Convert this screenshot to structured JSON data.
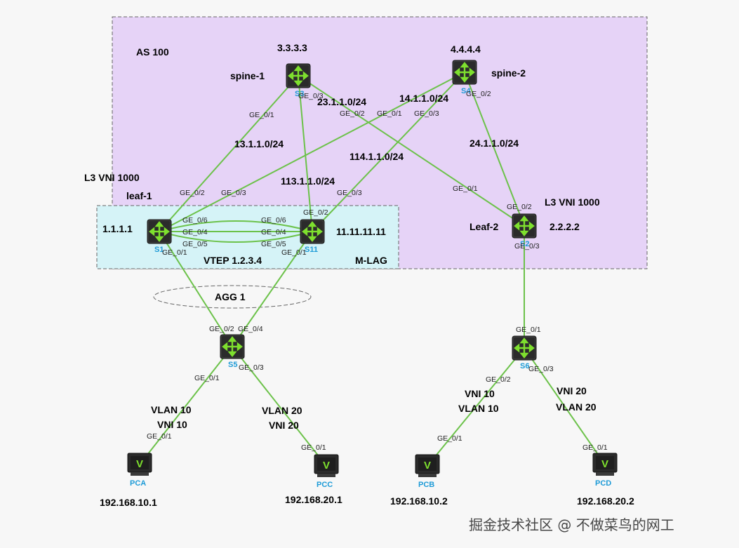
{
  "areas": {
    "as_label": "AS 100",
    "mlag_label": "M-LAG",
    "vtep_label": "VTEP 1.2.3.4",
    "agg_label": "AGG 1",
    "l3vni_left": "L3 VNI 1000",
    "l3vni_right": "L3 VNI 1000"
  },
  "devices": {
    "spine1": {
      "name": "spine-1",
      "ip": "3.3.3.3",
      "caption": "S3"
    },
    "spine2": {
      "name": "spine-2",
      "ip": "4.4.4.4",
      "caption": "S4"
    },
    "leaf1": {
      "name": "leaf-1",
      "ip": "1.1.1.1",
      "caption": "S1"
    },
    "s11": {
      "ip": "11.11.11.11",
      "caption": "S11"
    },
    "leaf2": {
      "name": "Leaf-2",
      "ip": "2.2.2.2",
      "caption": "S2"
    },
    "s5": {
      "caption": "S5"
    },
    "s6": {
      "caption": "S6"
    },
    "pca": {
      "caption": "PCA",
      "ip": "192.168.10.1",
      "vlan": "VLAN 10",
      "vni": "VNI 10"
    },
    "pcc": {
      "caption": "PCC",
      "ip": "192.168.20.1",
      "vlan": "VLAN 20",
      "vni": "VNI 20"
    },
    "pcb": {
      "caption": "PCB",
      "ip": "192.168.10.2",
      "vni": "VNI 10",
      "vlan": "VLAN 10"
    },
    "pcd": {
      "caption": "PCD",
      "ip": "192.168.20.2",
      "vni": "VNI 20",
      "vlan": "VLAN 20"
    }
  },
  "subnets": {
    "n13": "13.1.1.0/24",
    "n23": "23.1.1.0/24",
    "n14": "14.1.1.0/24",
    "n24": "24.1.1.0/24",
    "n113": "113.1.1.0/24",
    "n114": "114.1.1.0/24"
  },
  "ports": {
    "spine1_ge01": "GE_0/1",
    "spine1_ge03": "GE_0/3",
    "spine1_ge02": "GE_0/2",
    "spine2_ge01": "GE_0/1",
    "spine2_ge03": "GE_0/3",
    "spine2_ge02": "GE_0/2",
    "leaf1_ge02": "GE_0/2",
    "leaf1_ge03": "GE_0/3",
    "leaf1_ge06": "GE_0/6",
    "leaf1_ge04": "GE_0/4",
    "leaf1_ge05": "GE_0/5",
    "leaf1_ge01": "GE_0/1",
    "s11_ge06": "GE_0/6",
    "s11_ge04": "GE_0/4",
    "s11_ge05": "GE_0/5",
    "s11_ge01": "GE_0/1",
    "s11_ge02": "GE_0/2",
    "s11_ge03": "GE_0/3",
    "leaf2_ge01": "GE_0/1",
    "leaf2_ge02": "GE_0/2",
    "leaf2_ge03": "GE_0/3",
    "s5_ge02": "GE_0/2",
    "s5_ge04": "GE_0/4",
    "s5_ge01": "GE_0/1",
    "s5_ge03": "GE_0/3",
    "s6_ge01": "GE_0/1",
    "s6_ge02": "GE_0/2",
    "s6_ge03": "GE_0/3",
    "pca_ge01": "GE_0/1",
    "pcc_ge01": "GE_0/1",
    "pcb_ge01": "GE_0/1",
    "pcd_ge01": "GE_0/1"
  },
  "watermark": "掘金技术社区 @ 不做菜鸟的网工",
  "colors": {
    "link": "#6cc24a",
    "as_fill": "#e6d3f7",
    "mlag_fill": "#d5f3f7",
    "switch_body": "#333333",
    "switch_arrow": "#7ee02e"
  }
}
